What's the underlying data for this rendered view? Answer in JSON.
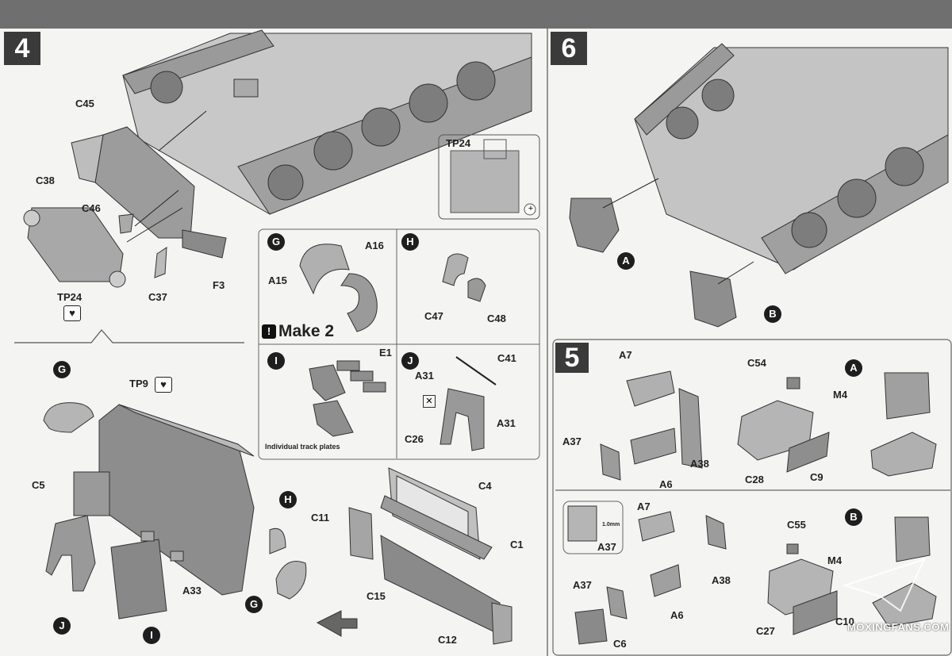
{
  "steps": {
    "s4": "4",
    "s6": "6",
    "s5": "5"
  },
  "step4": {
    "parts": {
      "c45": "C45",
      "c38": "C38",
      "c46": "C46",
      "c37": "C37",
      "f3": "F3",
      "tp24": "TP24"
    }
  },
  "detail_tp24": {
    "label": "TP24"
  },
  "box_g": {
    "letter": "G",
    "a16": "A16",
    "a15": "A15",
    "make": "Make 2"
  },
  "box_h": {
    "letter": "H",
    "c47": "C47",
    "c48": "C48"
  },
  "box_i": {
    "letter": "I",
    "e1": "E1",
    "note": "Individual track plates"
  },
  "box_j": {
    "letter": "J",
    "c41": "C41",
    "a31a": "A31",
    "a31b": "A31",
    "c26": "C26"
  },
  "lower4": {
    "g_top": "G",
    "tp9": "TP9",
    "c5": "C5",
    "h": "H",
    "g_bot": "G",
    "j": "J",
    "i": "I",
    "a33": "A33"
  },
  "hull_side": {
    "c4": "C4",
    "c11": "C11",
    "c1": "C1",
    "c15": "C15",
    "c12": "C12"
  },
  "step6": {
    "a": "A",
    "b": "B"
  },
  "step5a": {
    "a7": "A7",
    "a37": "A37",
    "a38": "A38",
    "a6": "A6",
    "c54": "C54",
    "m4": "M4",
    "c28": "C28",
    "c9": "C9",
    "letter": "A"
  },
  "step5b": {
    "inset_a37": "A37",
    "inset_note": "1.0mm",
    "a7": "A7",
    "a38": "A38",
    "a37": "A37",
    "a6": "A6",
    "c6": "C6",
    "c55": "C55",
    "m4": "M4",
    "c27": "C27",
    "c10": "C10",
    "letter": "B"
  },
  "watermark": {
    "text": "MOXINGFANS.COM"
  }
}
